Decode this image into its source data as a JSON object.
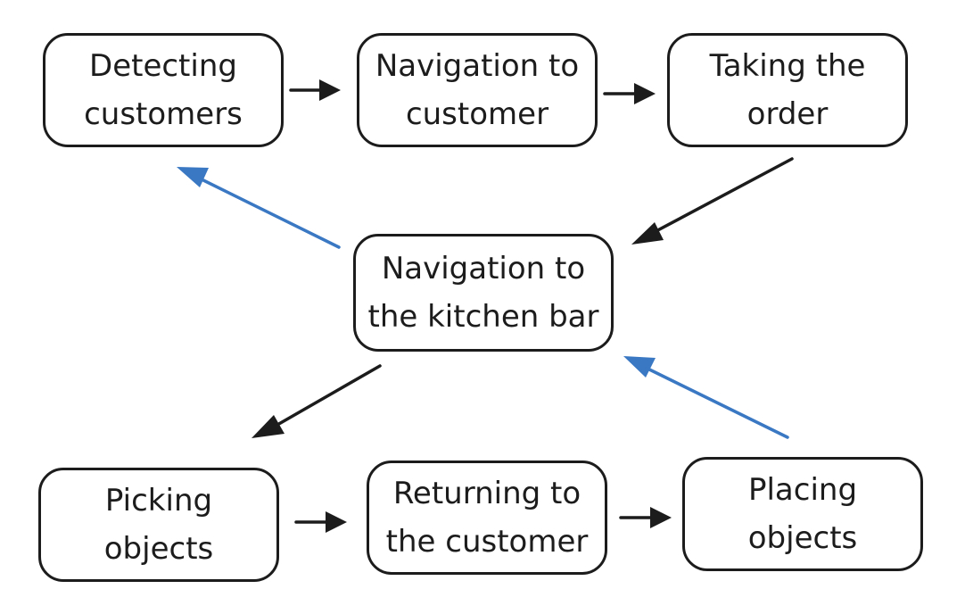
{
  "nodes": {
    "detecting_customers": [
      "Detecting",
      "customers"
    ],
    "navigation_to_customer": [
      "Navigation to",
      "customer"
    ],
    "taking_the_order": [
      "Taking the",
      "order"
    ],
    "navigation_to_kitchen_bar": [
      "Navigation to",
      "the kitchen bar"
    ],
    "picking_objects": [
      "Picking",
      "objects"
    ],
    "returning_to_customer": [
      "Returning to",
      "the customer"
    ],
    "placing_objects": [
      "Placing",
      "objects"
    ]
  },
  "edges": [
    {
      "from": "detecting_customers",
      "to": "navigation_to_customer",
      "color": "#1c1c1c"
    },
    {
      "from": "navigation_to_customer",
      "to": "taking_the_order",
      "color": "#1c1c1c"
    },
    {
      "from": "taking_the_order",
      "to": "navigation_to_kitchen_bar",
      "color": "#1c1c1c"
    },
    {
      "from": "navigation_to_kitchen_bar",
      "to": "detecting_customers",
      "color": "#3a78c3"
    },
    {
      "from": "navigation_to_kitchen_bar",
      "to": "picking_objects",
      "color": "#1c1c1c"
    },
    {
      "from": "picking_objects",
      "to": "returning_to_customer",
      "color": "#1c1c1c"
    },
    {
      "from": "returning_to_customer",
      "to": "placing_objects",
      "color": "#1c1c1c"
    },
    {
      "from": "placing_objects",
      "to": "navigation_to_kitchen_bar",
      "color": "#3a78c3"
    }
  ],
  "colors": {
    "box_border": "#1c1c1c",
    "arrow_default": "#1c1c1c",
    "arrow_return": "#3a78c3",
    "background": "#ffffff"
  }
}
